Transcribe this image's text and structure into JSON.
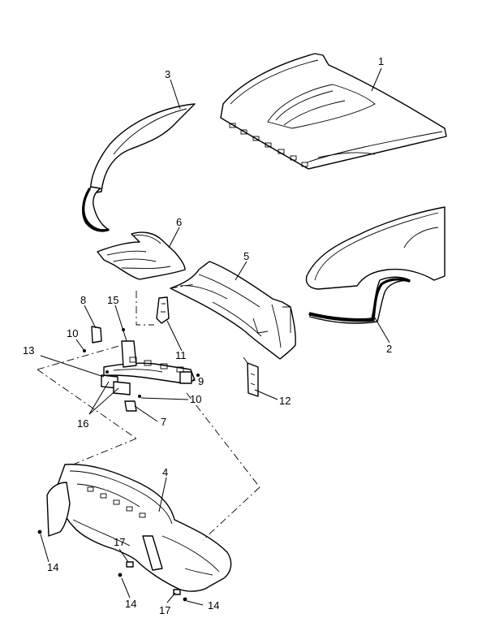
{
  "callouts": [
    {
      "id": "c1",
      "text": "1"
    },
    {
      "id": "c2",
      "text": "2"
    },
    {
      "id": "c3",
      "text": "3"
    },
    {
      "id": "c4",
      "text": "4"
    },
    {
      "id": "c5",
      "text": "5"
    },
    {
      "id": "c6",
      "text": "6"
    },
    {
      "id": "c7",
      "text": "7"
    },
    {
      "id": "c8",
      "text": "8"
    },
    {
      "id": "c9",
      "text": "9"
    },
    {
      "id": "c10a",
      "text": "10"
    },
    {
      "id": "c10b",
      "text": "10"
    },
    {
      "id": "c11",
      "text": "11"
    },
    {
      "id": "c12",
      "text": "12"
    },
    {
      "id": "c13",
      "text": "13"
    },
    {
      "id": "c14a",
      "text": "14"
    },
    {
      "id": "c14b",
      "text": "14"
    },
    {
      "id": "c14c",
      "text": "14"
    },
    {
      "id": "c15",
      "text": "15"
    },
    {
      "id": "c16",
      "text": "16"
    },
    {
      "id": "c17a",
      "text": "17"
    },
    {
      "id": "c17b",
      "text": "17"
    }
  ]
}
